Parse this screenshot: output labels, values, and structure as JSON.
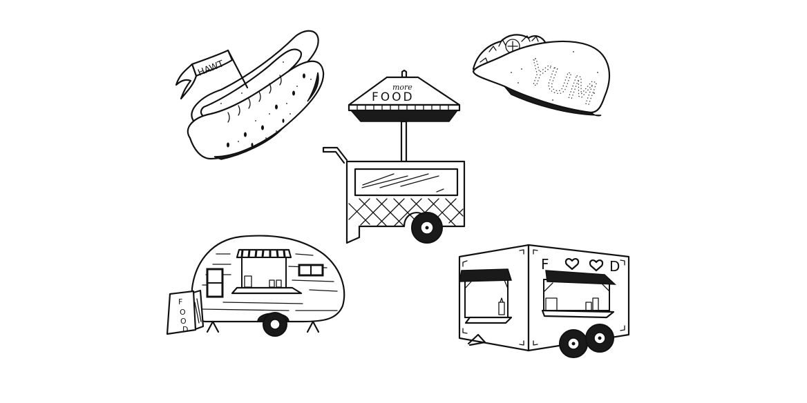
{
  "illustration": {
    "background_color": "#ffffff",
    "ink_color": "#111111",
    "items": [
      {
        "id": "hot-dog",
        "label": "Hot dog",
        "flag_text": "HAWT"
      },
      {
        "id": "taco",
        "label": "Taco",
        "shell_text": "YUM"
      },
      {
        "id": "food-cart",
        "label": "Food cart with umbrella",
        "umbrella_small_text": "more",
        "umbrella_text": "FOOD"
      },
      {
        "id": "camper",
        "label": "Teardrop camper",
        "sign_letters": [
          "F",
          "O",
          "O",
          "D"
        ]
      },
      {
        "id": "food-trailer",
        "label": "Food trailer",
        "side_text_start": "F",
        "side_text_end": "D",
        "side_hearts": [
          "heart",
          "heart"
        ]
      }
    ]
  }
}
